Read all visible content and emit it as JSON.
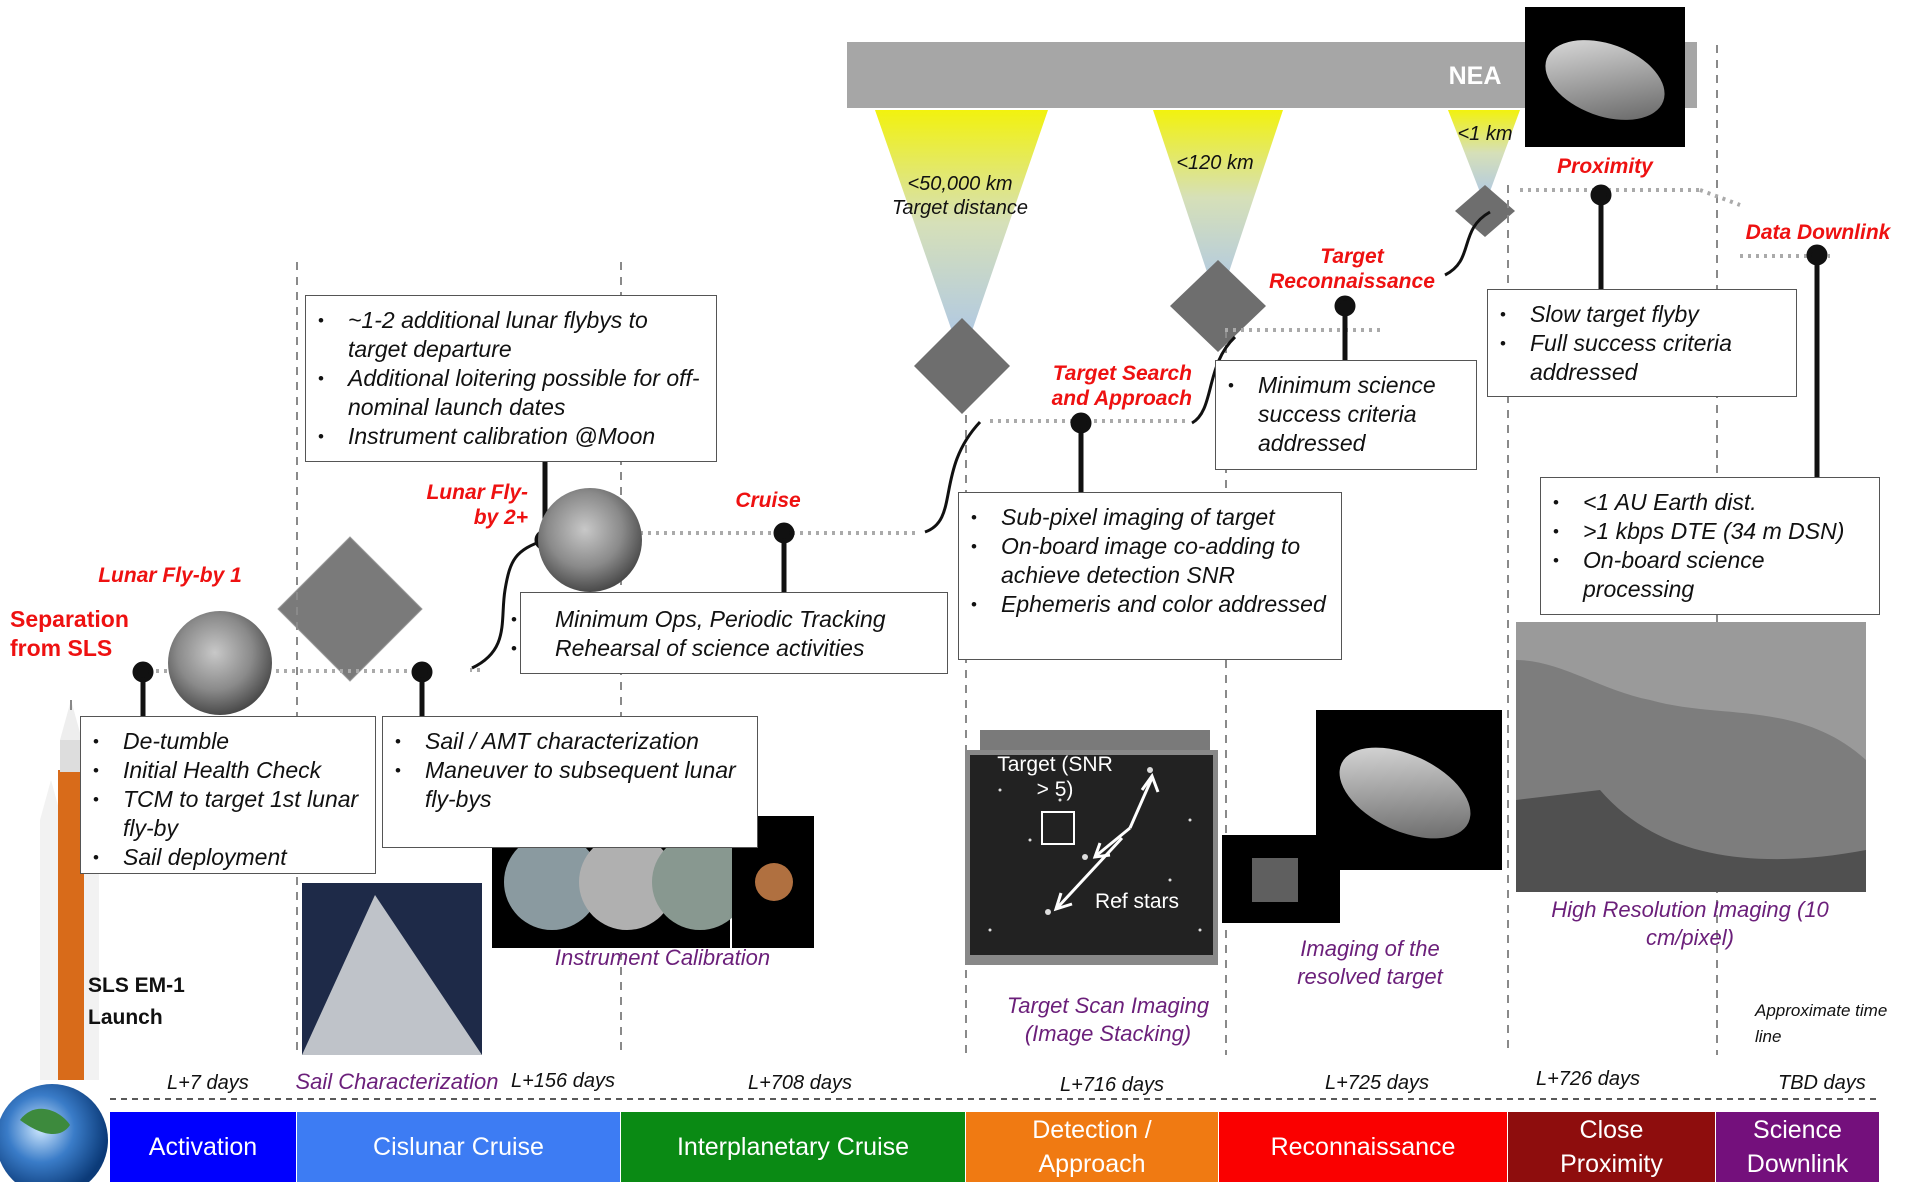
{
  "nea_label": "NEA",
  "cones": [
    {
      "distance": "<50,000 km",
      "caption": "Target distance"
    },
    {
      "distance": "<120 km",
      "caption": ""
    },
    {
      "distance": "<1 km",
      "caption": ""
    }
  ],
  "milestones": {
    "separation": "Separation from SLS",
    "flyby1": "Lunar Fly-by 1",
    "flyby2": "Lunar Fly-by 2+",
    "cruise": "Cruise",
    "target_search": "Target Search and Approach",
    "target_recon": "Target Reconnaissance",
    "proximity": "Proximity",
    "downlink": "Data Downlink"
  },
  "boxes": {
    "activation": [
      "De-tumble",
      "Initial Health Check",
      "TCM to target 1st lunar fly-by",
      "Sail deployment"
    ],
    "sail": [
      "Sail / AMT characterization",
      "Maneuver to subsequent lunar fly-bys"
    ],
    "lunar": [
      "~1-2 additional lunar flybys to target departure",
      "Additional loitering possible for off-nominal launch dates",
      "Instrument calibration @Moon"
    ],
    "cruise": [
      "Minimum Ops, Periodic Tracking",
      "Rehearsal of science activities"
    ],
    "detection": [
      "Sub-pixel imaging of target",
      "On-board image co-adding to achieve detection SNR",
      "Ephemeris and color addressed"
    ],
    "recon": [
      "Minimum science success criteria addressed"
    ],
    "proximity": [
      "Slow target flyby",
      "Full success criteria addressed"
    ],
    "downlink": [
      "<1 AU Earth dist.",
      ">1 kbps DTE (34 m DSN)",
      "On-board science processing"
    ]
  },
  "captions": {
    "sail_char": "Sail Characterization",
    "instr_cal": "Instrument Calibration",
    "scan": "Target Scan Imaging (Image Stacking)",
    "resolved": "Imaging of the resolved target",
    "hires": "High Resolution Imaging (10 cm/pixel)",
    "approx": "Approximate time line",
    "launch": "SLS EM-1 Launch",
    "target_snr": "Target (SNR > 5)",
    "ref_stars": "Ref stars"
  },
  "days": [
    "L+7 days",
    "L+156 days",
    "L+708 days",
    "L+716 days",
    "L+725 days",
    "L+726 days",
    "TBD days"
  ],
  "phases": [
    {
      "label": "Activation",
      "color": "#0000ff"
    },
    {
      "label": "Cislunar Cruise",
      "color": "#3d7cf3"
    },
    {
      "label": "Interplanetary Cruise",
      "color": "#0a8a14"
    },
    {
      "label": "Detection / Approach",
      "color": "#f07a12"
    },
    {
      "label": "Reconnaissance",
      "color": "#fa0000"
    },
    {
      "label": "Close Proximity",
      "color": "#8e0d0d"
    },
    {
      "label": "Science Downlink",
      "color": "#74107c"
    }
  ]
}
